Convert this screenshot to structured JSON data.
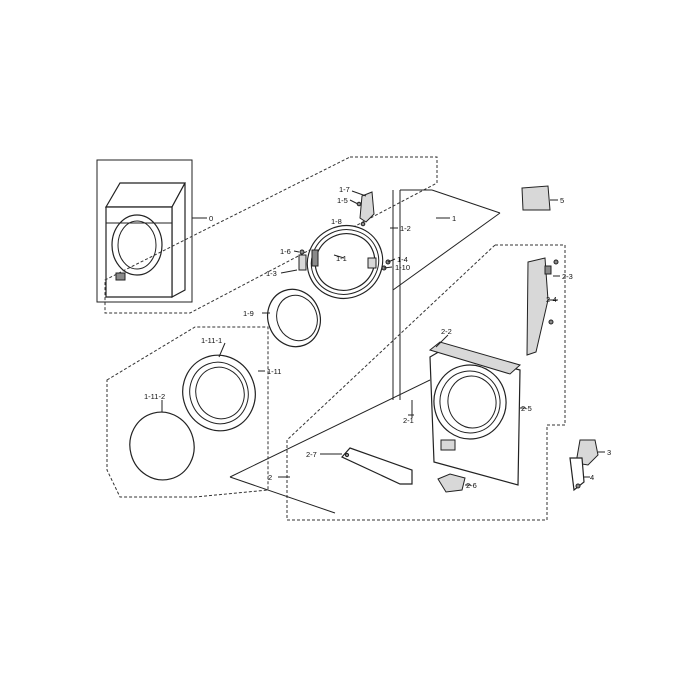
{
  "callouts": {
    "c0": "0",
    "c1": "1",
    "c1_1": "1-1",
    "c1_2": "1-2",
    "c1_3": "1-3",
    "c1_4": "1-4",
    "c1_5": "1-5",
    "c1_6": "1-6",
    "c1_7": "1-7",
    "c1_8": "1-8",
    "c1_9": "1-9",
    "c1_10": "1-10",
    "c1_11": "1-11",
    "c1_11_1": "1-11-1",
    "c1_11_2": "1-11-2",
    "c2": "2",
    "c2_1": "2-1",
    "c2_2": "2-2",
    "c2_3": "2-3",
    "c2_4": "2-4",
    "c2_5": "2-5",
    "c2_6": "2-6",
    "c2_7": "2-7",
    "c3": "3",
    "c4": "4",
    "c5": "5"
  }
}
